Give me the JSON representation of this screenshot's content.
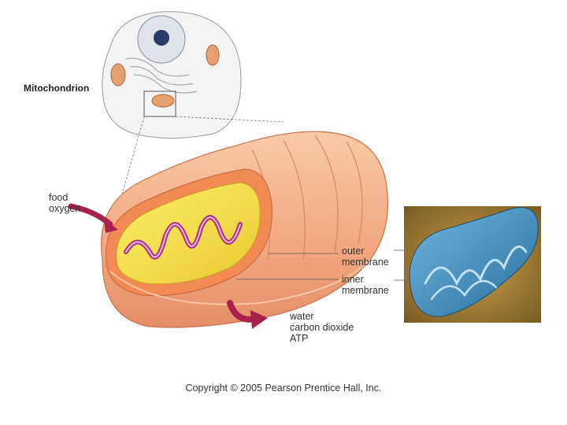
{
  "title": "Mitochondrion",
  "labels": {
    "input_line1": "food",
    "input_line2": "oxygen",
    "outer_line1": "outer",
    "outer_line2": "membrane",
    "inner_line1": "inner",
    "inner_line2": "membrane",
    "output_line1": "water",
    "output_line2": "carbon dioxide",
    "output_line3": "ATP"
  },
  "copyright": "Copyright © 2005 Pearson Prentice Hall, Inc.",
  "colors": {
    "outer_membrane": "#f4b48e",
    "intermembrane": "#f28a54",
    "matrix": "#f4e26a",
    "cristae_purple": "#a8328a",
    "arrow": "#a8204e",
    "micrograph_bg": "#b08a3a",
    "micrograph_cell": "#3a8ab8"
  }
}
